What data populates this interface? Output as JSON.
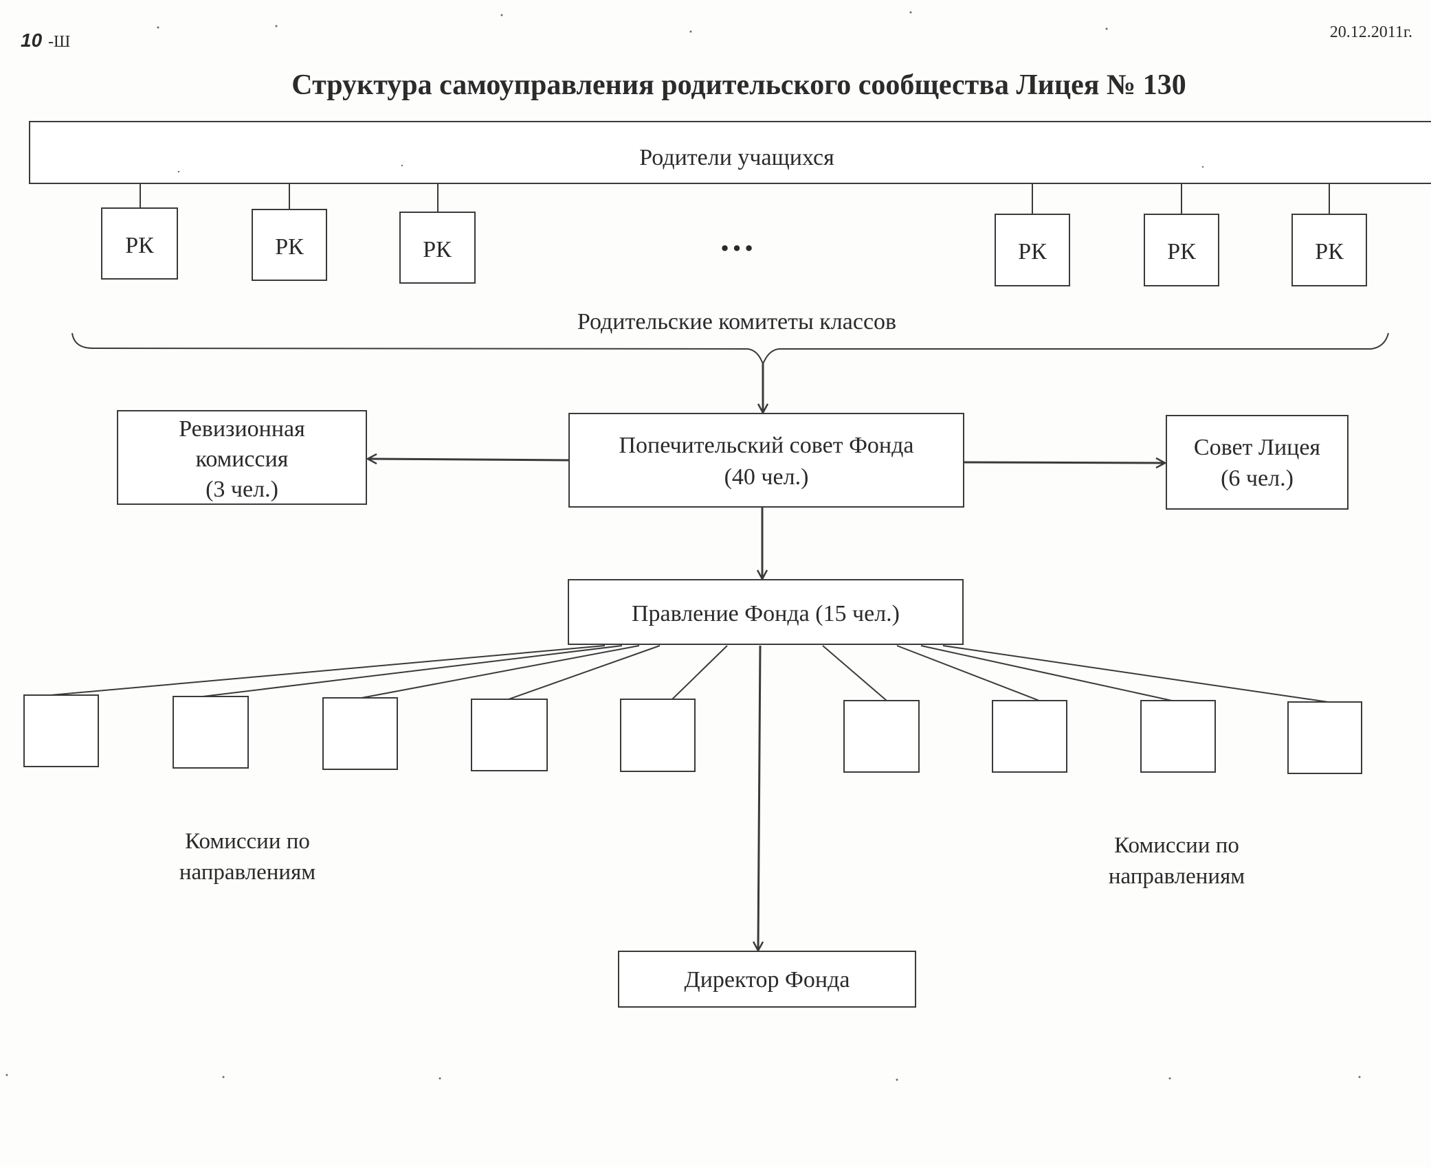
{
  "header": {
    "page_mark": "10",
    "page_mark_suffix": "-Ш",
    "date": "20.12.2011г.",
    "title": "Структура самоуправления родительского сообщества Лицея № 130"
  },
  "parents": {
    "label": "Родители учащихся"
  },
  "class_committees": {
    "items": [
      "РК",
      "РК",
      "РК",
      "РК",
      "РК",
      "РК"
    ],
    "ellipsis": "…",
    "brace_label": "Родительские комитеты классов"
  },
  "audit_commission": {
    "line1": "Ревизионная",
    "line2": "комиссия",
    "line3": "(3 чел.)"
  },
  "board_of_trustees": {
    "line1": "Попечительский совет Фонда",
    "line2": "(40 чел.)"
  },
  "lyceum_council": {
    "line1": "Совет Лицея",
    "line2": "(6 чел.)"
  },
  "fund_board": {
    "label": "Правление Фонда (15 чел.)"
  },
  "commissions": {
    "left_line1": "Комиссии по",
    "left_line2": "направлениям",
    "right_line1": "Комиссии по",
    "right_line2": "направлениям"
  },
  "fund_director": {
    "label": "Директор Фонда"
  }
}
